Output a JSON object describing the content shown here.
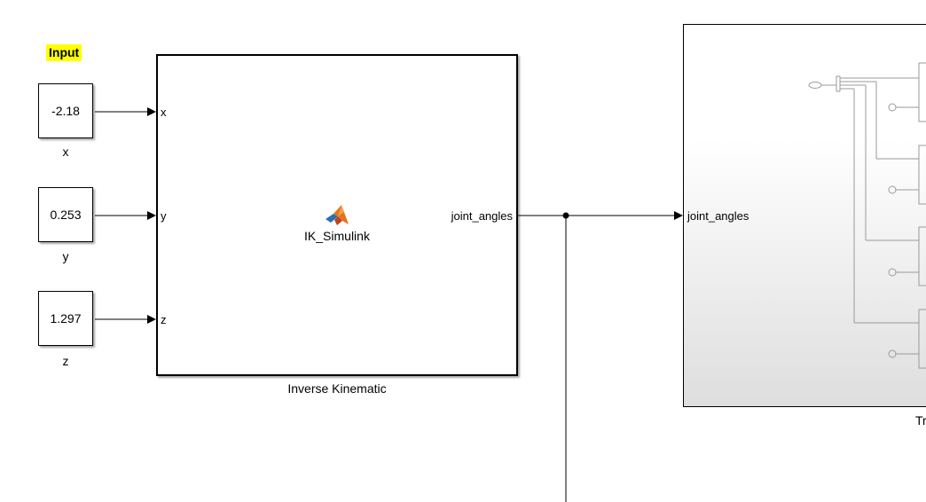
{
  "annotation": {
    "text": "Input",
    "highlight_color": "#ffff00"
  },
  "constants": [
    {
      "value": "-2.18",
      "label": "x"
    },
    {
      "value": "0.253",
      "label": "y"
    },
    {
      "value": "1.297",
      "label": "z"
    }
  ],
  "ik_block": {
    "name": "Inverse Kinematic",
    "function_name": "IK_Simulink",
    "icon": "matlab-logo-icon",
    "inputs": [
      "x",
      "y",
      "z"
    ],
    "output": "joint_angles"
  },
  "robot_block": {
    "input": "joint_angles",
    "name_partial": "Tr"
  }
}
